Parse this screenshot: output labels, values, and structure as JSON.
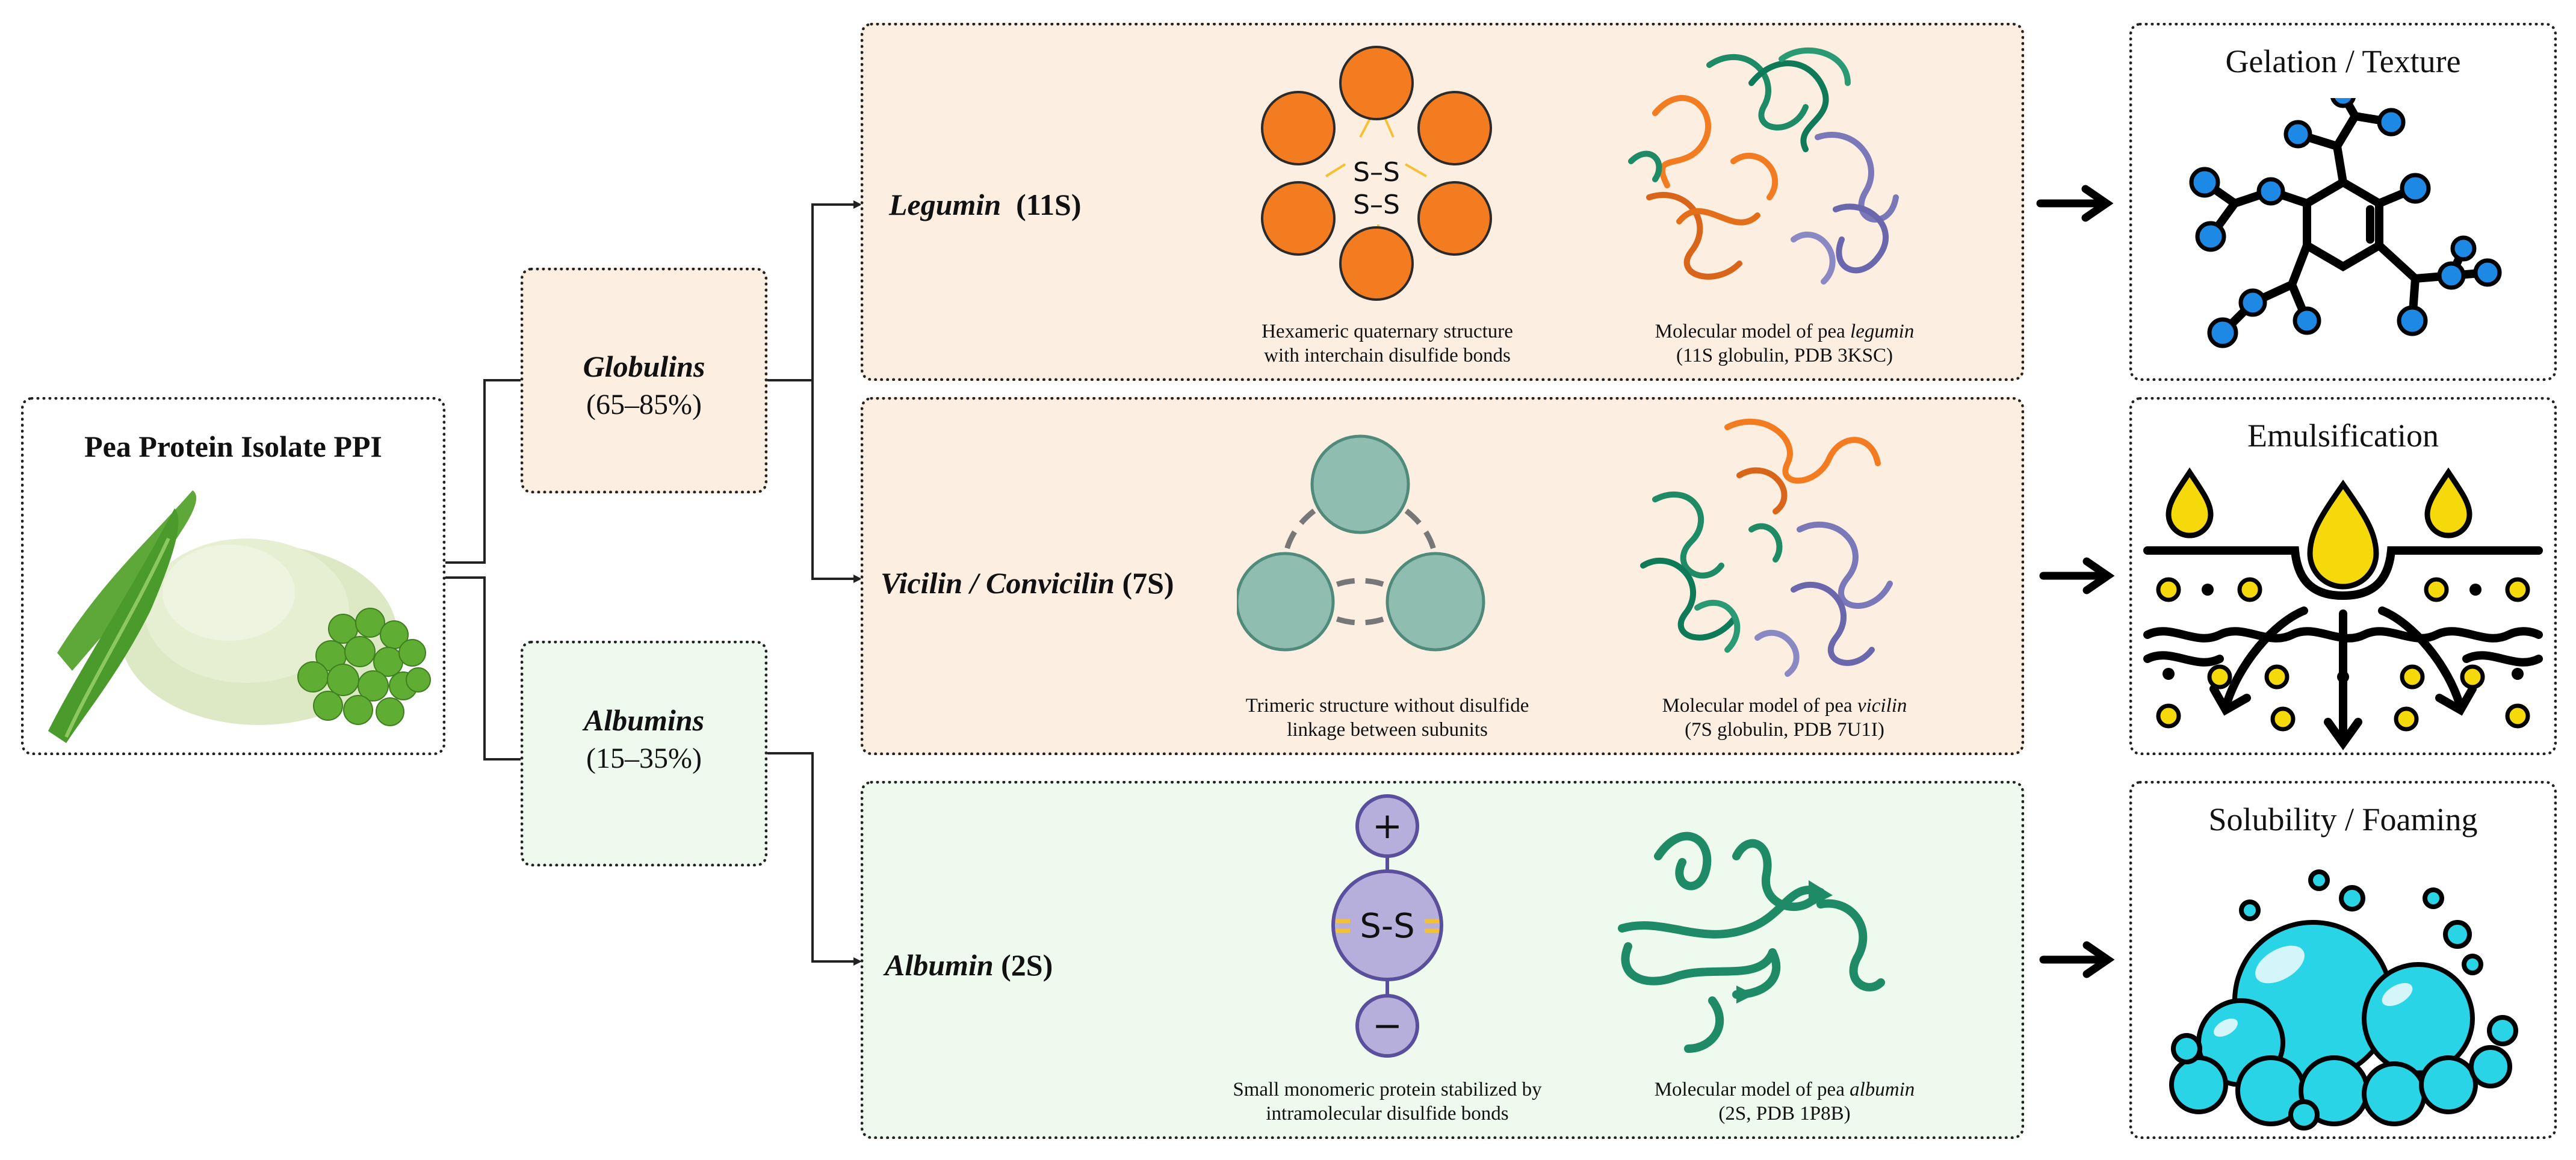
{
  "colors": {
    "globulin_fill": "#fdeee2",
    "albumin_fill": "#eefaee",
    "legumin_orange": "#f47c20",
    "vicilin_teal": "#8fbdb0",
    "albumin_purple": "#b6afdc",
    "ss_yellow": "#f5c132",
    "bubble_cyan": "#29d4e6",
    "molecule_blue": "#1e88e5",
    "protein_green": "#1e8a66"
  },
  "root": {
    "title": "Pea Protein Isolate PPI",
    "image_icon": "pea-powder-and-pods-photo"
  },
  "globulins": {
    "name": "Globulins",
    "range": "(65–85%)"
  },
  "albumins": {
    "name": "Albumins",
    "range": "(15–35%)"
  },
  "legumin": {
    "name": "Legumin",
    "code": "(11S)",
    "structure_ss_top": "S–S",
    "structure_ss_bottom": "S–S",
    "structure_caption_1": "Hexameric quaternary structure",
    "structure_caption_2": "with interchain disulfide bonds",
    "model_caption_pre": "Molecular model of pea ",
    "model_caption_em": "legumin",
    "model_caption_2": "(11S globulin, PDB 3KSC)"
  },
  "vicilin": {
    "name": "Vicilin / Convicilin",
    "code": "(7S)",
    "structure_caption_1": "Trimeric structure without disulfide",
    "structure_caption_2": "linkage between subunits",
    "model_caption_pre": "Molecular model of pea ",
    "model_caption_em": "vicilin",
    "model_caption_2": "(7S globulin, PDB 7U1I)"
  },
  "albumin": {
    "name": "Albumin",
    "code": "(2S)",
    "plus": "+",
    "minus": "−",
    "ss": "S-S",
    "structure_caption_1": "Small monomeric protein stabilized by",
    "structure_caption_2": "intramolecular disulfide bonds",
    "model_caption_pre": "Molecular model of pea ",
    "model_caption_em": "albumin",
    "model_caption_2": "(2S, PDB 1P8B)"
  },
  "functions": [
    {
      "label": "Gelation / Texture",
      "icon": "molecule-network-icon"
    },
    {
      "label": "Emulsification",
      "icon": "emulsion-droplets-icon"
    },
    {
      "label": "Solubility / Foaming",
      "icon": "foam-bubbles-icon"
    }
  ]
}
